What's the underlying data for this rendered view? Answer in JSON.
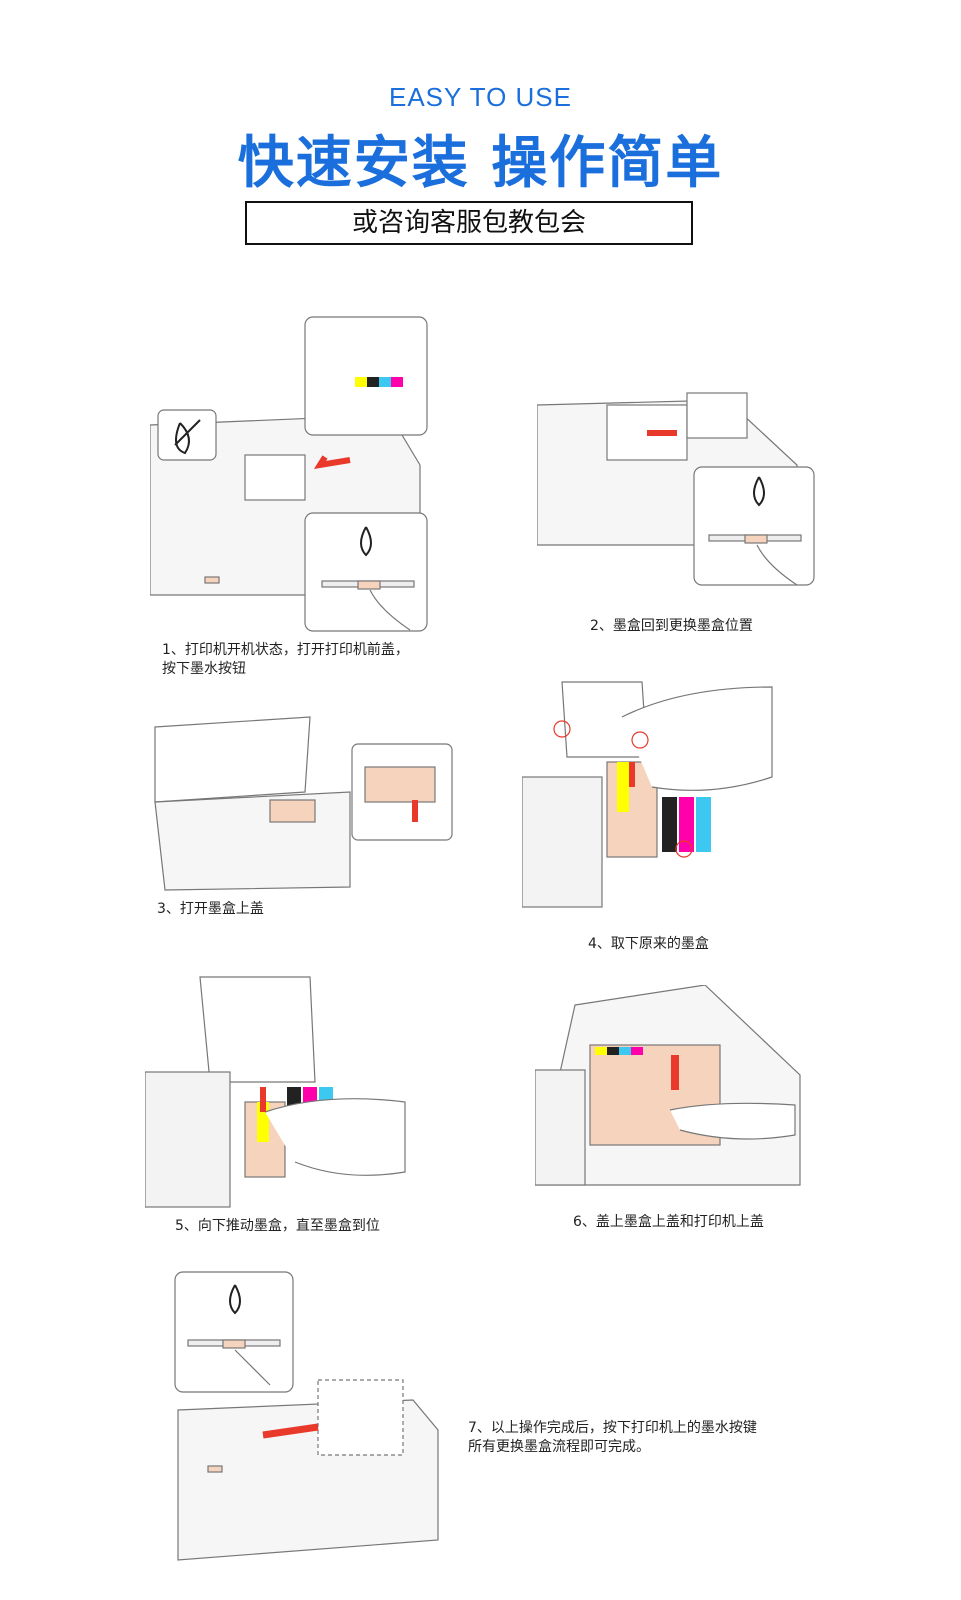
{
  "header": {
    "subtitle": "EASY TO USE",
    "title": "快速安装 操作简单",
    "consult_box": "或咨询客服包教包会"
  },
  "steps": [
    {
      "caption_line1": "1、打印机开机状态，打开打印机前盖，",
      "caption_line2": "按下墨水按钮"
    },
    {
      "caption": "2、墨盒回到更换墨盒位置"
    },
    {
      "caption": "3、打开墨盒上盖"
    },
    {
      "caption": "4、取下原来的墨盒"
    },
    {
      "caption": "5、向下推动墨盒，直至墨盒到位"
    },
    {
      "caption": "6、盖上墨盒上盖和打印机上盖"
    },
    {
      "caption_line1": "7、以上操作完成后，按下打印机上的墨水按键",
      "caption_line2": "所有更换墨盒流程即可完成。"
    }
  ],
  "colors": {
    "accent": "#1a6fdc",
    "arrow": "#e8392b",
    "cartridge": "#f6d3bd"
  }
}
